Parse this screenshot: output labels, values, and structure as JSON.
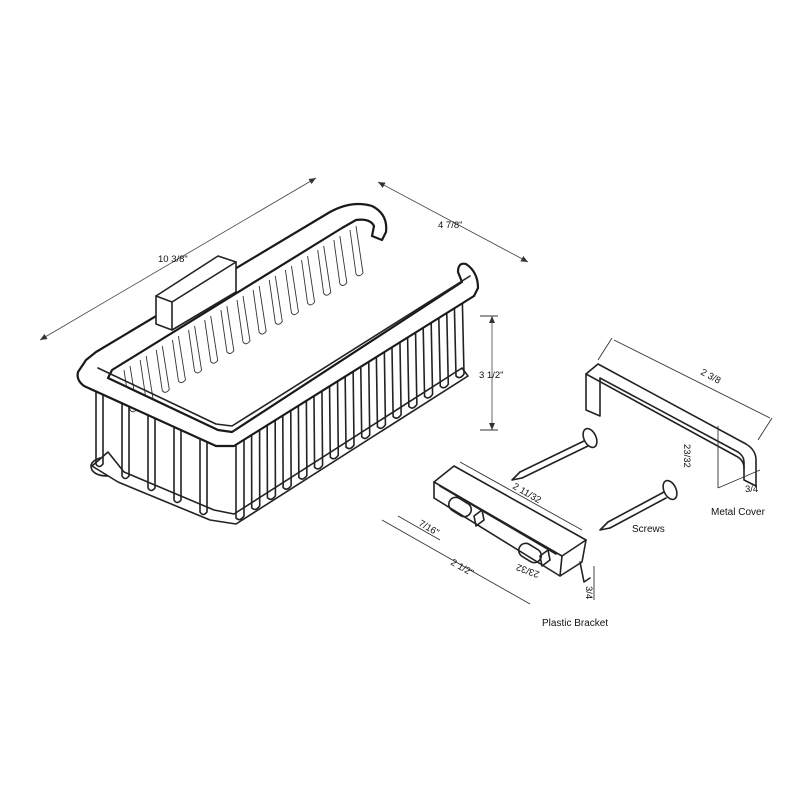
{
  "dimensions": {
    "basket_length": "10 3/8\"",
    "basket_depth": "4 7/8\"",
    "basket_height": "3 1/2\"",
    "cover_length": "2 3/8",
    "cover_width": "3/4",
    "cover_height": "23/32",
    "bracket_length_top": "2 11/32",
    "bracket_length_bottom": "2 1/2\"",
    "bracket_hole_offset": "7/16\"",
    "bracket_depth": "3/4",
    "bracket_width": "23/32"
  },
  "labels": {
    "metal_cover": "Metal Cover",
    "screws": "Screws",
    "plastic_bracket": "Plastic Bracket"
  }
}
